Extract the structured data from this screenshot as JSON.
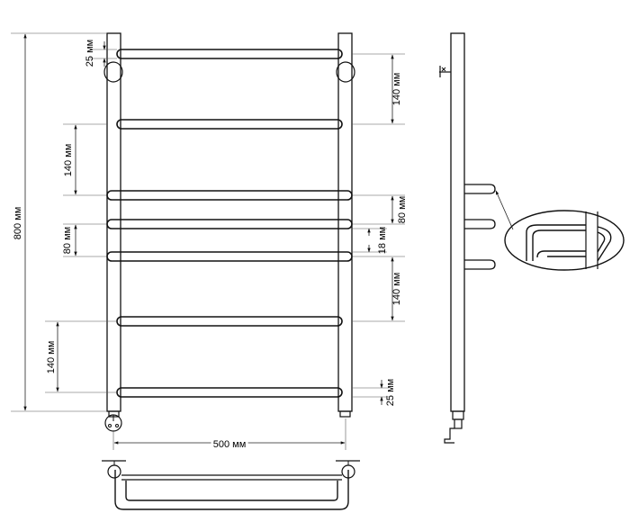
{
  "dimensions": {
    "total_height": "800 мм",
    "total_width": "500 мм",
    "top_gap_left": "25 мм",
    "left_spacing_upper": "140 мм",
    "left_spacing_middle": "80 мм",
    "left_spacing_lower": "140 мм",
    "right_spacing_top": "140 мм",
    "right_spacing_middle": "80 мм",
    "right_gap_small": "18 мм",
    "right_spacing_lower": "140 мм",
    "bottom_gap_right": "25 мм"
  },
  "colors": {
    "line": "#111111",
    "background": "#ffffff"
  }
}
